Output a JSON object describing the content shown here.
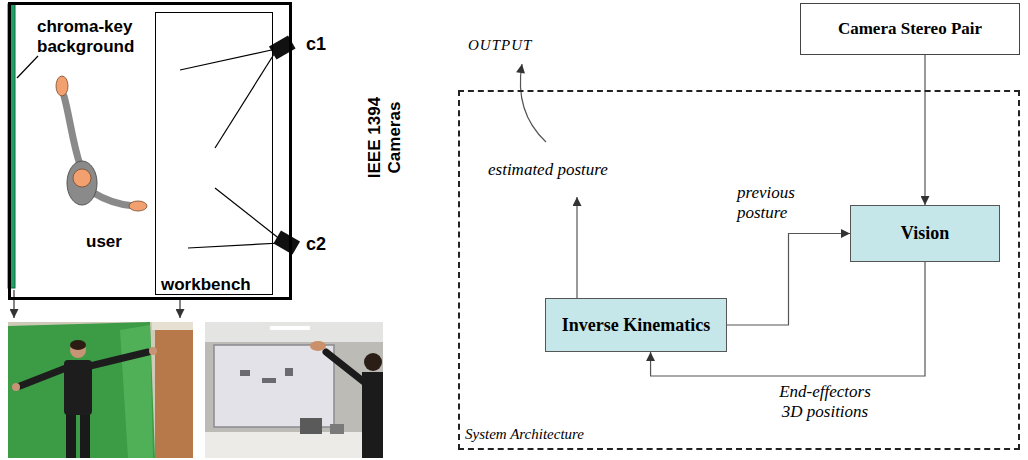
{
  "diagram": {
    "nodes": [
      {
        "text": [
          "chroma-key background",
          "user"
        ]
      },
      {
        "text": [
          "workbench"
        ],
        "in": 0
      },
      {
        "text": [
          "Camera Stereo Pair"
        ]
      },
      {
        "text": [
          "System Architecture"
        ]
      },
      {
        "text": [
          "Vision"
        ],
        "in": 3
      },
      {
        "text": [
          "Inverse Kinematics"
        ],
        "in": 3
      }
    ],
    "edges": [
      {
        "from": 2,
        "to": 4,
        "arrow": "to"
      },
      {
        "from": 5,
        "to": 4,
        "label": "previous posture",
        "arrow": "to"
      },
      {
        "from": 4,
        "to": 5,
        "label": "End-effectors 3D positions",
        "arrow": "to"
      }
    ],
    "labels": [
      "c1",
      "c2",
      "IEEE 1394 Cameras",
      "OUTPUT",
      "estimated posture"
    ]
  }
}
